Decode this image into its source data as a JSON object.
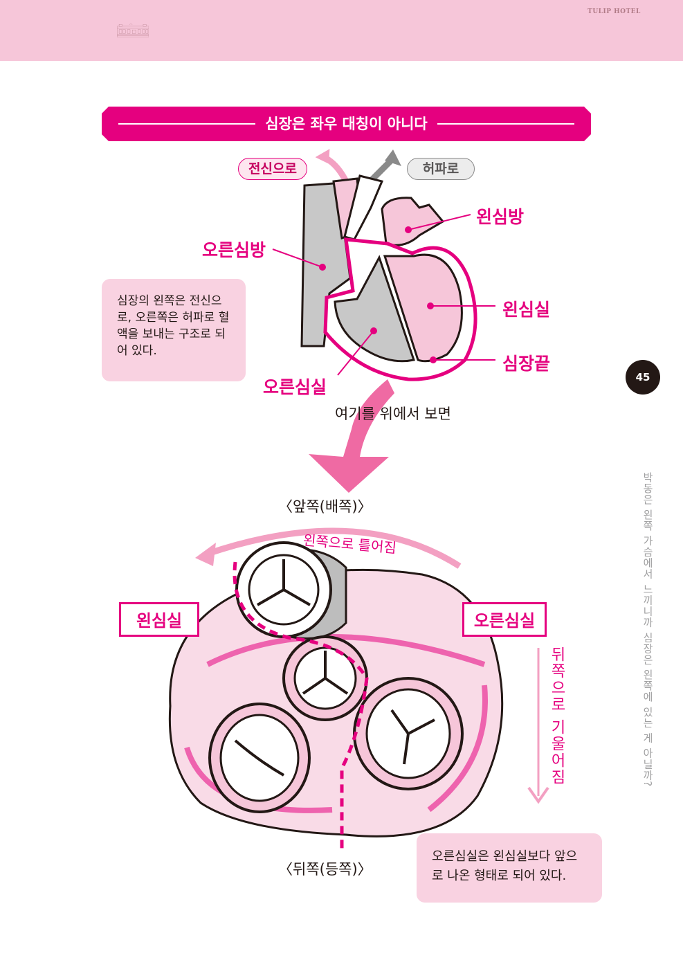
{
  "header": {
    "hotel_sign": "TULIP HOTEL",
    "band_color": "#f6c6d9"
  },
  "title": "심장은 좌우 대칭이 아니다",
  "top_diagram": {
    "pill_body": "전신으로",
    "pill_lung": "허파로",
    "labels": {
      "left_atrium": "왼심방",
      "right_atrium": "오른심방",
      "left_ventricle": "왼심실",
      "apex": "심장끝",
      "right_ventricle": "오른심실"
    },
    "note": "심장의 왼쪽은 전신으로, 오른쪽은 허파로 혈액을 보내는 구조로 되어 있다.",
    "view_caption": "여기를 위에서 보면"
  },
  "bottom_diagram": {
    "front_label": "〈앞쪽(배쪽)〉",
    "back_label": "〈뒤쪽(등쪽)〉",
    "left_ventricle_box": "왼심실",
    "right_ventricle_box": "오른심실",
    "tilt_left": "왼쪽으로 틀어짐",
    "tilt_back": "뒤쪽으로 기울어짐",
    "note": "오른심실은 왼심실보다 앞으로 나온 형태로 되어 있다."
  },
  "page_number": "45",
  "side_running_title": "박동은 왼쪽 가슴에서 느끼니까 심장은 왼쪽에 있는 게 아닐까?",
  "colors": {
    "accent": "#e5007f",
    "light_pink": "#f9d2e1",
    "gray": "#c8c8c8"
  }
}
